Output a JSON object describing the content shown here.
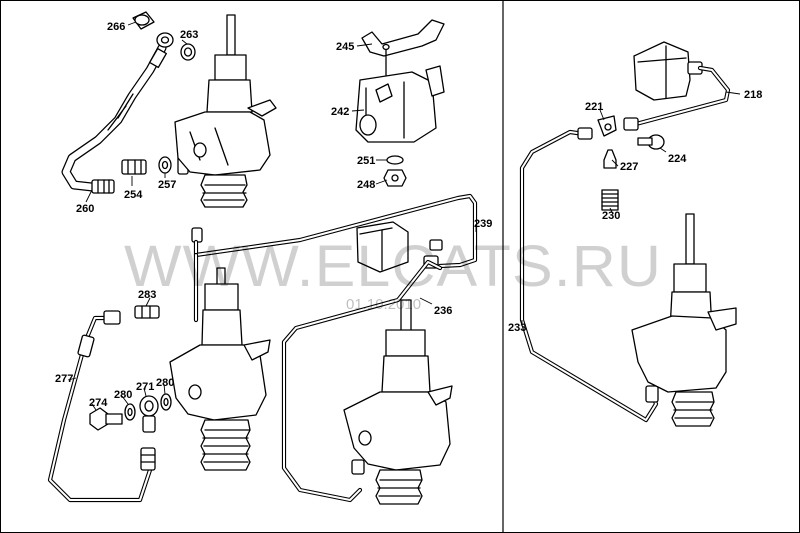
{
  "diagram": {
    "watermark": "WWW.ELCATS.RU",
    "watermark_date": "01.10.2010",
    "part_labels": [
      {
        "id": "266",
        "text": "266"
      },
      {
        "id": "263",
        "text": "263"
      },
      {
        "id": "245",
        "text": "245"
      },
      {
        "id": "242",
        "text": "242"
      },
      {
        "id": "251",
        "text": "251"
      },
      {
        "id": "248",
        "text": "248"
      },
      {
        "id": "260",
        "text": "260"
      },
      {
        "id": "254",
        "text": "254"
      },
      {
        "id": "257",
        "text": "257"
      },
      {
        "id": "239",
        "text": "239"
      },
      {
        "id": "236",
        "text": "236"
      },
      {
        "id": "283",
        "text": "283"
      },
      {
        "id": "277",
        "text": "277"
      },
      {
        "id": "274",
        "text": "274"
      },
      {
        "id": "280a",
        "text": "280"
      },
      {
        "id": "271",
        "text": "271"
      },
      {
        "id": "280b",
        "text": "280"
      },
      {
        "id": "221",
        "text": "221"
      },
      {
        "id": "218",
        "text": "218"
      },
      {
        "id": "227",
        "text": "227"
      },
      {
        "id": "224",
        "text": "224"
      },
      {
        "id": "230",
        "text": "230"
      },
      {
        "id": "233",
        "text": "233"
      }
    ]
  }
}
